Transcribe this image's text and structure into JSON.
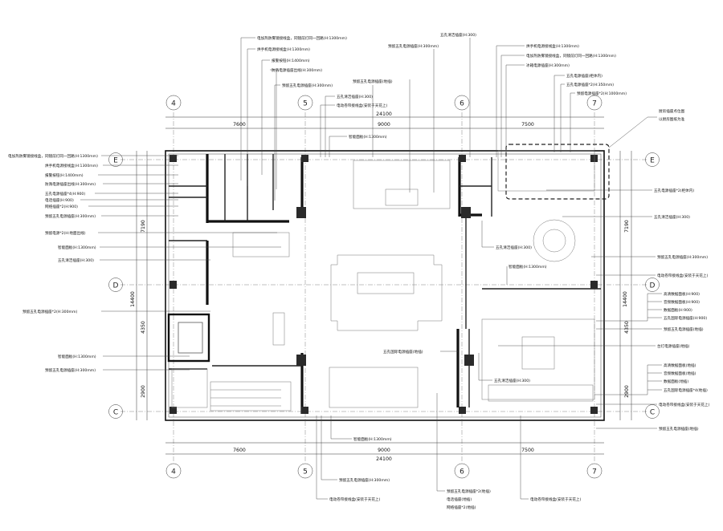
{
  "axes": {
    "columns": [
      "4",
      "5",
      "6",
      "7"
    ],
    "rows": [
      "E",
      "D",
      "C"
    ]
  },
  "dimensions": {
    "top_spans": [
      "7600",
      "9000",
      "7500"
    ],
    "top_total": "24100",
    "bottom_spans": [
      "7600",
      "9000",
      "7500"
    ],
    "bottom_total": "24100",
    "left_spans": [
      "7190",
      "4350",
      "2900"
    ],
    "left_total": "14400",
    "right_spans": [
      "7190",
      "4350",
      "2900"
    ],
    "right_total": "14400"
  },
  "labels": {
    "top": [
      "电加热防雾镜接线盒，同镜前灯同一回路(H:1300mm)",
      "烘手机电源接线盒(H:1300mm)",
      "报警按钮(H:1400mm)",
      "防溅电源插座出线(H:300mm)",
      "预留五孔电源插座(H:300mm)",
      "五孔清洁插座(H:300)",
      "电动卷帘接线盒(安装于天花上)",
      "预留五孔电源插座(地插)",
      "预留五孔电源插座(H:300mm)",
      "五孔清洁插座(H:300)",
      "烘手机电源接线盒(H:1300mm)",
      "电加热防雾镜接线盒，同镜前灯同一回路(H:1300mm)",
      "冰箱电源插座(H:300mm)",
      "五孔电源插座(柜体内)",
      "五孔电源插座*2(H:350mm)",
      "预留电源插座*2(H:1000mm)",
      "智能面板(H:1300mm)"
    ],
    "left": [
      "电加热防雾镜接线盒，同镜前灯同一回路(H:1300mm)",
      "烘手机电源接线盒(H:1300mm)",
      "报警按钮(H:1400mm)",
      "防溅电源插座出线(H:300mm)",
      "五孔电源插座*4(H:900)",
      "电话插座(H:900)",
      "网络插座*2(H:900)",
      "预留五孔电源插座(H:300mm)",
      "预留电源*2(H:地面出线)",
      "智能面板(H:1300mm)",
      "五孔清洁插座(H:300)",
      "预留五孔电源插座*2(H:300mm)",
      "智能面板(H:1300mm)",
      "预留五孔电源插座(H:300mm)"
    ],
    "right": [
      "厨房插座点位图\n以厨房图纸为准",
      "五孔电源插座*2(柜体内)",
      "五孔清洁插座(H:300)",
      "预留五孔电源插座(H:300mm)",
      "电动卷帘接线盒(安装于天花上)",
      "高清数据面板(H:900)",
      "音频数据面板(H:900)",
      "数据面板(H:900)",
      "五孔国际电源插座(H:900)",
      "预留五孔电源插座(地插)",
      "台灯电源插座(地插)",
      "高清数据面板(地插)",
      "音频数据面板(地插)",
      "数据面板(地插)",
      "五孔国际电源插座*4(地插)",
      "电动卷帘接线盒(安装于天花上)",
      "预留五孔电源插座(地插)"
    ],
    "interior": [
      "五孔清洁插座(H:300)",
      "智能面板(H:1300mm)",
      "五孔国际电源插座(地插)",
      "五孔清洁插座(H:300)"
    ],
    "bottom": [
      "智能面板(H:1300mm)",
      "预留五孔电源插座(H:300mm)",
      "电动卷帘接线盒(安装于天花上)",
      "预留五孔电源插座*2(地插)",
      "电话插座(地插)",
      "网络插座*2(地插)",
      "电动卷帘接线盒(安装于天花上)"
    ]
  },
  "colors": {
    "line": "#111111",
    "background": "#ffffff"
  }
}
